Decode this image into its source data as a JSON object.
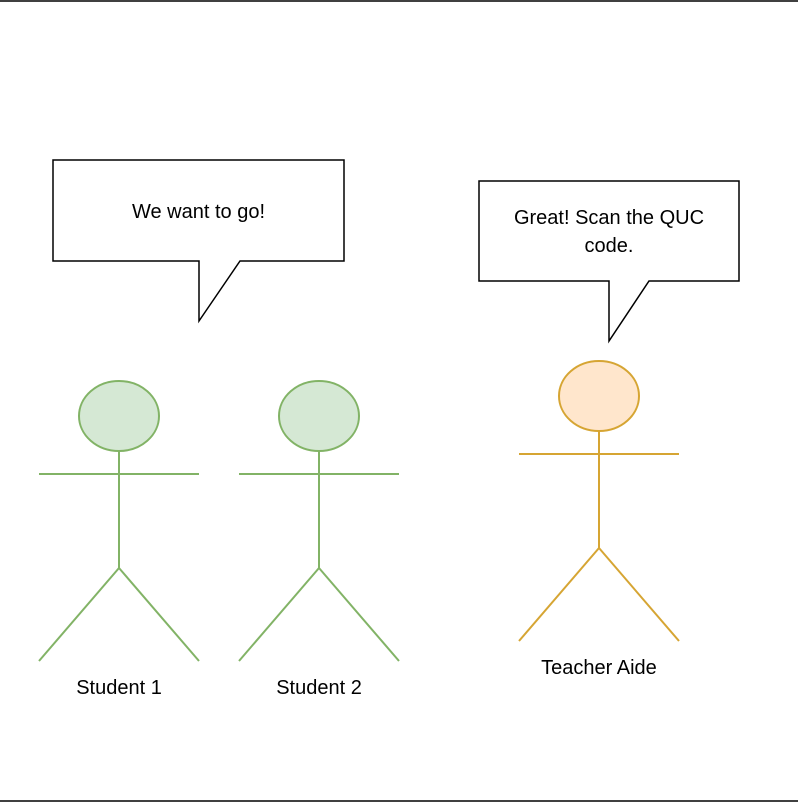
{
  "colors": {
    "student_stroke": "#82b366",
    "student_fill": "#d5e8d4",
    "aide_stroke": "#d6a533",
    "aide_fill": "#ffe6cc",
    "border": "#000000"
  },
  "speech_bubbles": {
    "students": {
      "text": "We want to go!"
    },
    "aide": {
      "text": "Great! Scan the QUC code."
    }
  },
  "actors": {
    "student_1": {
      "label": "Student 1"
    },
    "student_2": {
      "label": "Student 2"
    },
    "teacher_aide": {
      "label": "Teacher Aide"
    }
  }
}
